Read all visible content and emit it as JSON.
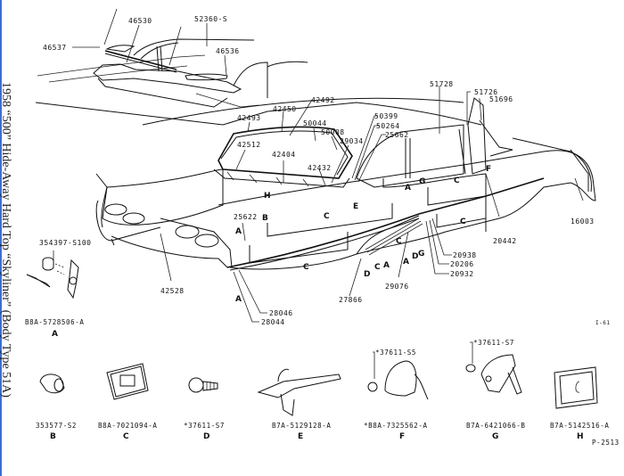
{
  "title": "1958 “500” Hide-Away Hard Top “Skyliner” (Body Type 51A)",
  "figure_id": "P-2513",
  "small_ref": "I-61",
  "callouts": {
    "c46537": "46537",
    "c46530": "46530",
    "c52360": "52360-S",
    "c46536": "46536",
    "c51728": "51728",
    "c51726": "51726",
    "c51696": "51696",
    "c42492": "42492",
    "c42450": "42450",
    "c42493": "42493",
    "c50044": "50044",
    "c50008": "50008",
    "c50399": "50399",
    "c50264": "50264",
    "c25662": "25662",
    "c29034": "29034",
    "c42512": "42512",
    "c42404": "42404",
    "c42432": "42432",
    "c25622": "25622",
    "c42528": "42528",
    "c16003": "16003",
    "c20442": "20442",
    "c20938": "20938",
    "c20206": "20206",
    "c20932": "20932",
    "c29076": "29076",
    "c27866": "27866",
    "c28046": "28046",
    "c28044": "28044",
    "c354397": "354397-S100"
  },
  "letter_keys": {
    "A": "A",
    "B": "B",
    "C": "C",
    "D": "D",
    "E": "E",
    "F": "F",
    "G": "G",
    "H": "H"
  },
  "fasteners": [
    {
      "part": "B8A-5728506-A",
      "key": "A"
    },
    {
      "part": "353577-S2",
      "key": "B"
    },
    {
      "part": "B8A-7021094-A",
      "key": "C"
    },
    {
      "part": "*37611-S7",
      "key": "D"
    },
    {
      "part": "B7A-5129128-A",
      "key": "E"
    },
    {
      "part": "*B8A-7325562-A",
      "key": "F",
      "screw": "*37611-S5"
    },
    {
      "part": "B7A-6421066-B",
      "key": "G",
      "screw": "*37611-S7"
    },
    {
      "part": "B7A-5142516-A",
      "key": "H"
    }
  ]
}
